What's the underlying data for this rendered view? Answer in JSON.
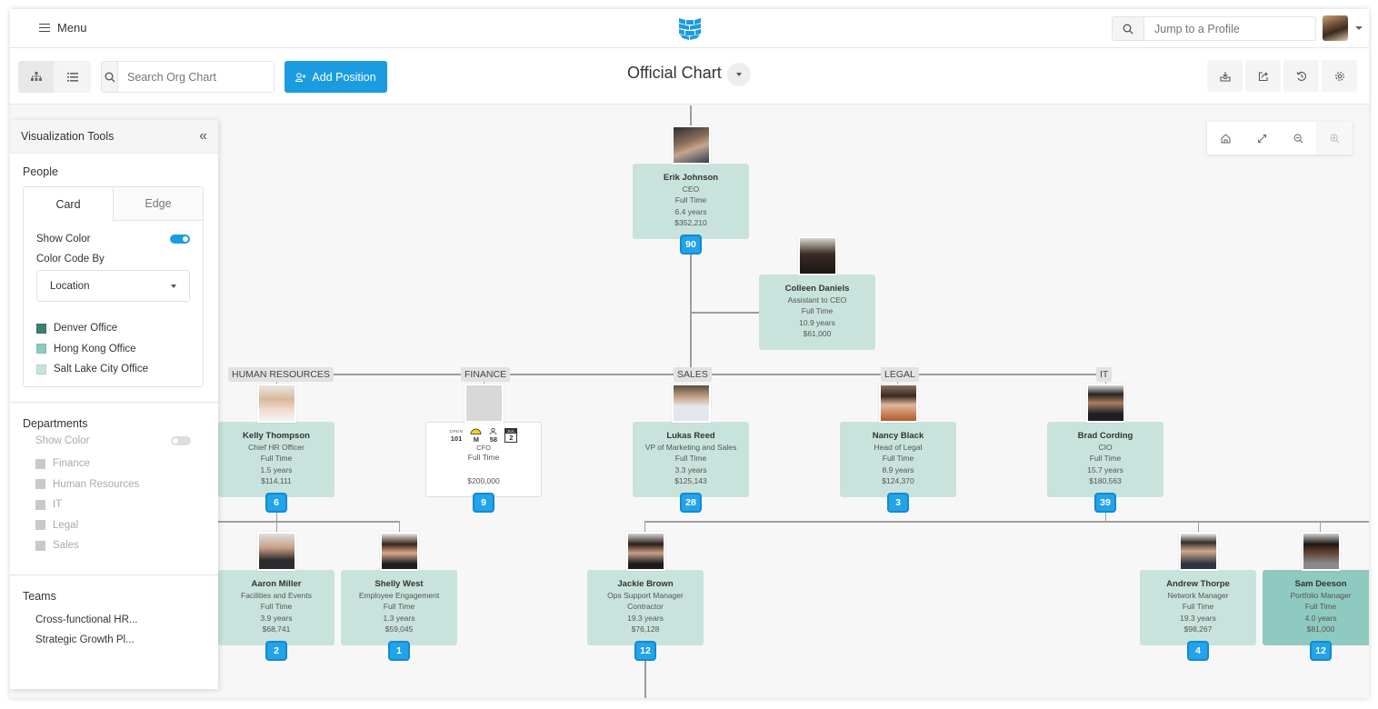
{
  "header": {
    "menu_label": "Menu",
    "logo": "brick-wall-logo",
    "profile_search_placeholder": "Jump to a Profile",
    "brand_color": "#1b9ce0"
  },
  "toolbar": {
    "view_modes": [
      "org-chart-view",
      "list-view"
    ],
    "active_view": "org-chart-view",
    "search_placeholder": "Search Org Chart",
    "add_position_label": "Add Position",
    "chart_title": "Official Chart",
    "right_tools": [
      "download-icon",
      "share-icon",
      "history-icon",
      "settings-icon"
    ]
  },
  "zoom_tools": [
    "home-icon",
    "fit-to-screen-icon",
    "zoom-out-icon",
    "zoom-in-icon"
  ],
  "sidebar": {
    "title": "Visualization Tools",
    "people": {
      "title": "People",
      "tabs": [
        "Card",
        "Edge"
      ],
      "active_tab": "Card",
      "show_color_label": "Show Color",
      "show_color_on": true,
      "color_code_by_label": "Color Code By",
      "color_code_by_value": "Location",
      "legend": [
        {
          "label": "Denver Office",
          "color": "#3d7d72"
        },
        {
          "label": "Hong Kong Office",
          "color": "#8fcac0"
        },
        {
          "label": "Salt Lake City Office",
          "color": "#c8e3dc"
        }
      ]
    },
    "departments": {
      "title": "Departments",
      "show_color_label": "Show Color",
      "show_color_on": false,
      "items": [
        "Finance",
        "Human Resources",
        "IT",
        "Legal",
        "Sales"
      ]
    },
    "teams": {
      "title": "Teams",
      "items": [
        "Cross-functional HR...",
        "Strategic Growth Pl..."
      ]
    }
  },
  "departments": [
    "HUMAN RESOURCES",
    "FINANCE",
    "SALES",
    "LEGAL",
    "IT"
  ],
  "nodes": {
    "ceo": {
      "name": "Erik Johnson",
      "title": "CEO",
      "type": "Full Time",
      "tenure": "6.4 years",
      "salary": "$352,210",
      "count": "90"
    },
    "assistant": {
      "name": "Colleen Daniels",
      "title": "Assistant to CEO",
      "type": "Full Time",
      "tenure": "10.9 years",
      "salary": "$61,000"
    },
    "hr": {
      "name": "Kelly Thompson",
      "title": "Chief HR Officer",
      "type": "Full Time",
      "tenure": "1.5 years",
      "salary": "$114,111",
      "count": "6"
    },
    "finance": {
      "vacant": true,
      "open_label": "OPEN",
      "open_days": "101",
      "level": "M",
      "applicants": "58",
      "month": "JUL",
      "day": "2",
      "title": "CFO",
      "type": "Full Time",
      "salary": "$200,000",
      "count": "9"
    },
    "sales": {
      "name": "Lukas Reed",
      "title": "VP of Marketing and Sales",
      "type": "Full Time",
      "tenure": "3.3 years",
      "salary": "$125,143",
      "count": "28"
    },
    "legal": {
      "name": "Nancy Black",
      "title": "Head of Legal",
      "type": "Full Time",
      "tenure": "8.9 years",
      "salary": "$124,370",
      "count": "3"
    },
    "it": {
      "name": "Brad Cording",
      "title": "CIO",
      "type": "Full Time",
      "tenure": "15.7 years",
      "salary": "$180,563",
      "count": "39"
    },
    "aaron": {
      "name": "Aaron Miller",
      "title": "Facilities and Events",
      "type": "Full Time",
      "tenure": "3.9 years",
      "salary": "$68,741",
      "count": "2"
    },
    "shelly": {
      "name": "Shelly West",
      "title": "Employee Engagement",
      "type": "Full Time",
      "tenure": "1.3 years",
      "salary": "$59,045",
      "count": "1"
    },
    "jackie": {
      "name": "Jackie Brown",
      "title": "Ops Support Manager",
      "type": "Contractor",
      "tenure": "19.3 years",
      "salary": "$76,128",
      "count": "12"
    },
    "andrew": {
      "name": "Andrew Thorpe",
      "title": "Network Manager",
      "type": "Full Time",
      "tenure": "19.3 years",
      "salary": "$98,267",
      "count": "4"
    },
    "sam": {
      "name": "Sam Deeson",
      "title": "Portfolio Manager",
      "type": "Full Time",
      "tenure": "4.0 years",
      "salary": "$81,000",
      "count": "12"
    }
  }
}
